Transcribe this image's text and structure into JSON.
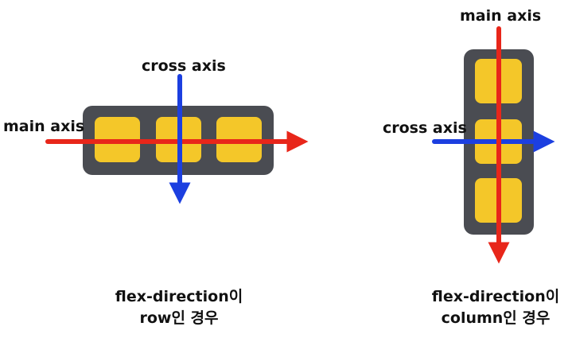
{
  "row_diagram": {
    "main_axis_label": "main axis",
    "cross_axis_label": "cross axis",
    "caption_line1": "flex-direction이",
    "caption_line2": "row인 경우",
    "item_count": 3
  },
  "column_diagram": {
    "main_axis_label": "main axis",
    "cross_axis_label": "cross axis",
    "caption_line1": "flex-direction이",
    "caption_line2": "column인 경우",
    "item_count": 3
  },
  "colors": {
    "container": "#4a4c52",
    "item": "#f4c729",
    "main_axis": "#e8261a",
    "cross_axis": "#1c3fe0"
  }
}
